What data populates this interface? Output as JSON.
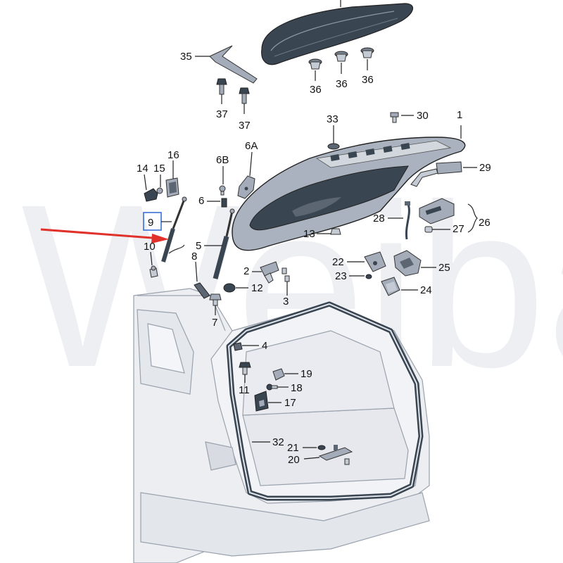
{
  "watermark": "Weiba",
  "colors": {
    "car_body": "#eceef2",
    "car_line": "#9aa2ae",
    "part_dark": "#3a4552",
    "part_mid": "#aab3bf",
    "highlight_box": "#3b6fd6",
    "arrow": "#e0312b",
    "label_text": "#111111"
  },
  "callouts": {
    "c1": "1",
    "c2": "2",
    "c3": "3",
    "c4": "4",
    "c5": "5",
    "c6": "6",
    "c6a": "6A",
    "c6b": "6B",
    "c7": "7",
    "c8": "8",
    "c9": "9",
    "c10": "10",
    "c11": "11",
    "c12": "12",
    "c13": "13",
    "c14": "14",
    "c15": "15",
    "c16": "16",
    "c17": "17",
    "c18": "18",
    "c19": "19",
    "c20": "20",
    "c21": "21",
    "c22": "22",
    "c23": "23",
    "c24": "24",
    "c25": "25",
    "c26": "26",
    "c27": "27",
    "c28": "28",
    "c29": "29",
    "c30": "30",
    "c32": "32",
    "c33": "33",
    "c35": "35",
    "c36a": "36",
    "c36b": "36",
    "c36c": "36",
    "c37a": "37",
    "c37b": "37"
  },
  "highlighted_part": "9",
  "icons": {
    "pointer": "arrow-right-icon",
    "highlight": "highlight-box"
  }
}
